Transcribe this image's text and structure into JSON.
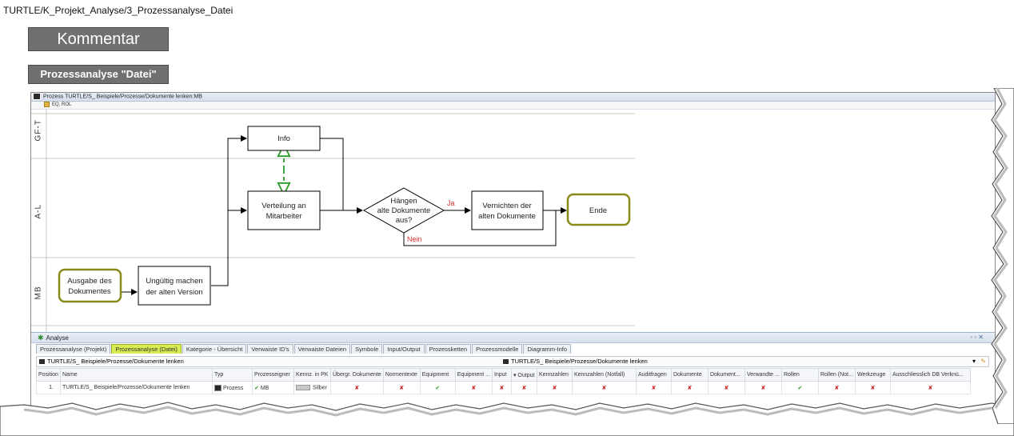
{
  "breadcrumb": "TURTLE/K_Projekt_Analyse/3_Prozessanalyse_Datei",
  "kommentar_button": "Kommentar",
  "prozessanalyse_button": "Prozessanalyse \"Datei\"",
  "process_window": {
    "title": "Prozess TURTLE/S_ Beispiele/Prozesse/Dokumente lenken:MB",
    "subbar": "EQ, ROL"
  },
  "lanes": [
    "GF-T",
    "A-L",
    "MB"
  ],
  "diagram": {
    "info": "Info",
    "verteilung": [
      "Verteilung an",
      "Mitarbeiter"
    ],
    "decision": [
      "Hängen",
      "alte Dokumente",
      "aus?"
    ],
    "ja": "Ja",
    "nein": "Nein",
    "vernichten": [
      "Vernichten der",
      "alten Dokumente"
    ],
    "ende": "Ende",
    "ausgabe": [
      "Ausgabe des",
      "Dokumentes"
    ],
    "ungueltig": [
      "Ungültig machen",
      "der alten Version"
    ]
  },
  "analyse": {
    "title": "Analyse",
    "tabs": [
      "Prozessanalyse (Projekt)",
      "Prozessanalyse (Datei)",
      "Kategorie - Übersicht",
      "Verwaiste ID's",
      "Verwaiste Dateien",
      "Symbole",
      "Input/Output",
      "Prozessketten",
      "Prozessmodelle",
      "Diagramm-Info"
    ],
    "active_tab": "Prozessanalyse (Datei)",
    "filter_left": "TURTLE/S_ Beispiele/Prozesse/Dokumente lenken",
    "filter_right": "TURTLE/S_ Beispiele/Prozesse/Dokumente lenken",
    "columns": [
      "Position",
      "Name",
      "Typ",
      "Prozesseigner",
      "Kennz. in PK",
      "Übergr. Dokumente",
      "Normentexte",
      "Equipment",
      "Equipment ...",
      "Input",
      "▾ Output",
      "Kennzahlen",
      "Kennzahlen (Notfall)",
      "Auditfragen",
      "Dokumente",
      "Dokument...",
      "Verwandte ...",
      "Rollen",
      "Rollen (Not...",
      "Werkzeuge",
      "Ausschliesslich DB Verknü..."
    ],
    "row": {
      "position": "1.",
      "name": "TURTLE/S_ Beispiele/Prozesse/Dokumente lenken",
      "typ": "Prozess",
      "eigner": "MB",
      "kennz": "Silber",
      "checks": [
        "x",
        "x",
        "ok",
        "x",
        "x",
        "x",
        "x",
        "x",
        "x",
        "x",
        "x",
        "x",
        "ok",
        "x",
        "x",
        "x"
      ]
    }
  },
  "colors": {
    "button_bg": "#707070",
    "active_tab": "#d6ec52",
    "end_border": "#8a8a1a",
    "ja_nein": "#e03030",
    "dashed": "#2a9a2a"
  }
}
